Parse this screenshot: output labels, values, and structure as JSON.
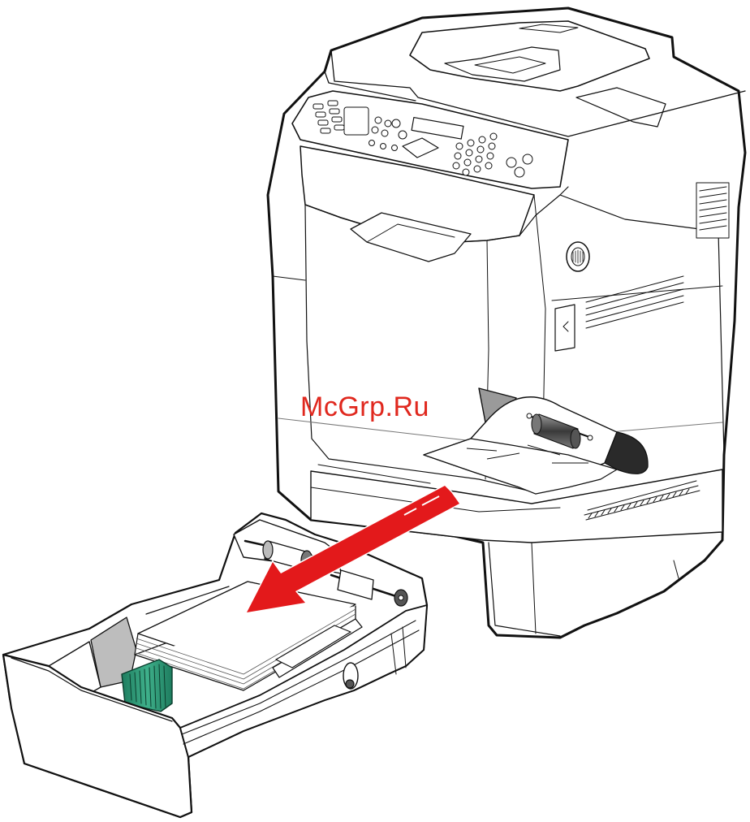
{
  "watermark": {
    "text": "McGrp.Ru",
    "color": "#e0281e"
  },
  "colors": {
    "outline": "#111111",
    "thin": "#666666",
    "arrow": "#e3191b",
    "guide": "#2f9e7a",
    "paper": "#ffffff",
    "shade": "#bfbfbf",
    "roller": "#555555"
  },
  "printer_panel": {
    "display_text": ""
  },
  "icons": [
    "printer-illustration",
    "paper-tray-illustration",
    "jammed-paper-illustration",
    "pull-arrow-icon",
    "paper-guide-icon",
    "roller-icon",
    "vent-icon",
    "lock-button-icon"
  ]
}
